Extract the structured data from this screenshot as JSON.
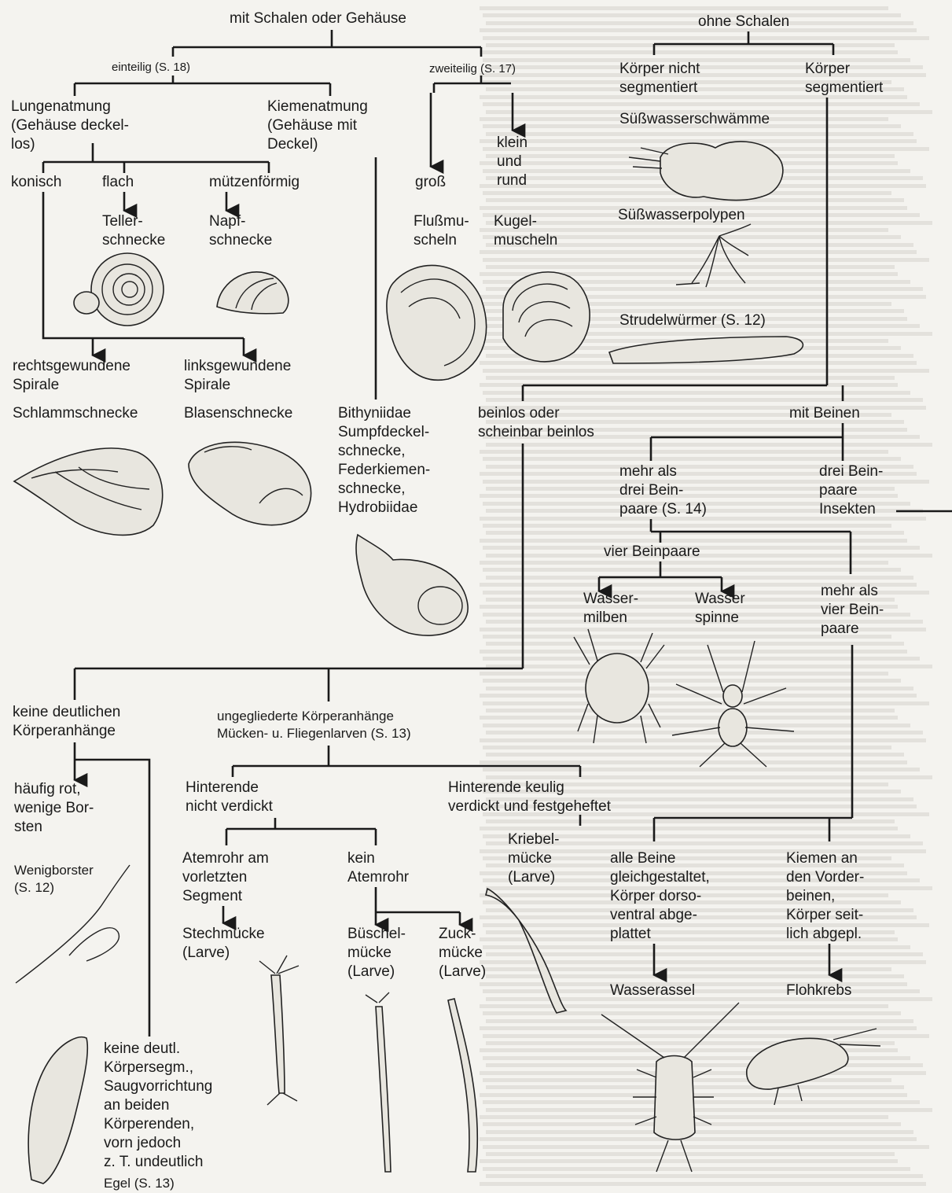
{
  "key": {
    "with_shells": "mit Schalen oder Gehäuse",
    "without_shells": "ohne  Schalen",
    "one_part": "einteilig (S. 18)",
    "two_part": "zweiteilig (S. 17)",
    "not_segmented": "Körper nicht\nsegmentiert",
    "segmented": "Körper\nsegmentiert",
    "lung_breathing": "Lungenatmung\n(Gehäuse deckel-\nlos)",
    "gill_breathing": "Kiemenatmung\n(Gehäuse mit\nDeckel)",
    "conical": "konisch",
    "flat": "flach",
    "cap_shaped": "mützenförmig",
    "plate_snail": "Teller-\nschnecke",
    "limpet": "Napf-\nschnecke",
    "large": "groß",
    "small_round": "klein\nund\nrund",
    "river_mussels": "Flußmu-\nscheln",
    "pea_mussels": "Kugel-\nmuscheln",
    "sponges": "Süßwasserschwämme",
    "polyps": "Süßwasserpolypen",
    "flatworms": "Strudelwürmer (S. 12)",
    "right_spiral": "rechtsgewundene\nSpirale",
    "left_spiral": "linksgewundene\nSpirale",
    "pond_snail": "Schlammschnecke",
    "bladder_snail": "Blasenschnecke",
    "bithyniidae": "Bithyniidae\nSumpfdeckel-\nschnecke,\nFederkiemen-\nschnecke,\nHydrobiidae",
    "legless": "beinlos oder\nscheinbar beinlos",
    "with_legs": "mit Beinen",
    "more_than_three": "mehr als\ndrei Bein-\npaare (S. 14)",
    "three_pairs": "drei Bein-\npaare\nInsekten",
    "four_pairs": "vier Beinpaare",
    "water_mites": "Wasser-\nmilben",
    "water_spider": "Wasser\nspinne",
    "more_than_four": "mehr als\nvier Bein-\npaare",
    "no_appendages": "keine deutlichen\nKörperanhänge",
    "unjointed": "ungegliederte Körperanhänge\nMücken- u. Fliegenlarven (S. 13)",
    "often_red": "häufig rot,\nwenige Bor-\nsten",
    "rear_not_thick": "Hinterende\nnicht verdickt",
    "rear_club": "Hinterende keulig\nverdickt und festgeheftet",
    "oligochaeta": "Wenigborster\n(S. 12)",
    "breathing_tube": "Atemrohr am\nvorletzten\nSegment",
    "no_tube": "kein\nAtemrohr",
    "blackfly": "Kriebel-\nmücke\n(Larve)",
    "all_legs_same": "alle Beine\ngleichgestaltet,\nKörper dorso-\nventral abge-\nplattet",
    "gills_front": "Kiemen an\nden Vorder-\nbeinen,\nKörper seit-\nlich abgepl.",
    "mosquito": "Stechmücke\n(Larve)",
    "phantom_midge": "Büschel-\nmücke\n(Larve)",
    "chironomid": "Zuck-\nmücke\n(Larve)",
    "water_louse": "Wasserassel",
    "amphipod": "Flohkrebs",
    "leech_desc": "keine deutl.\nKörpersegm.,\nSaugvorrichtung\nan beiden\nKörperenden,\nvorn jedoch\nz. T. undeutlich",
    "leech": "Egel (S. 13)"
  },
  "colors": {
    "ink": "#1a1a1a",
    "paper": "#f4f3ef"
  }
}
